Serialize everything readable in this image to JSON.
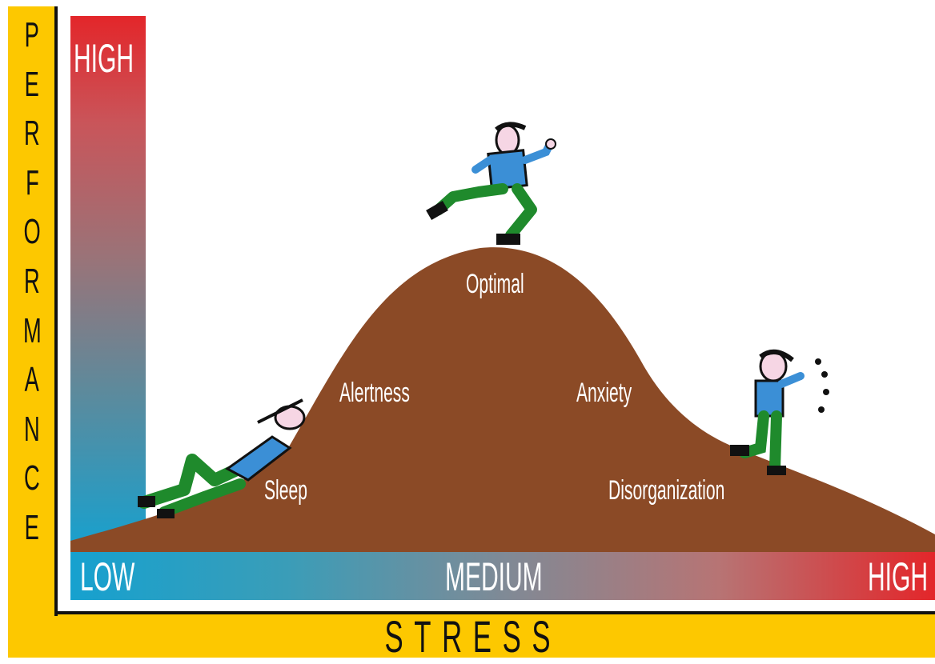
{
  "y_axis": {
    "title_letters": [
      "P",
      "E",
      "R",
      "F",
      "O",
      "R",
      "M",
      "A",
      "N",
      "C",
      "E"
    ],
    "high_label": "HIGH"
  },
  "x_axis": {
    "title": "STRESS",
    "low_label": "LOW",
    "medium_label": "MEDIUM",
    "high_label": "HIGH"
  },
  "curve_labels": {
    "optimal": "Optimal",
    "alertness": "Alertness",
    "anxiety": "Anxiety",
    "sleep": "Sleep",
    "disorganization": "Disorganization"
  },
  "colors": {
    "frame": "#fdc800",
    "hill": "#8b4a26",
    "low_blue": "#16a1cf",
    "high_red": "#e3262a",
    "shirt_blue": "#3b8fd6",
    "pants_green": "#1f8a2c"
  }
}
